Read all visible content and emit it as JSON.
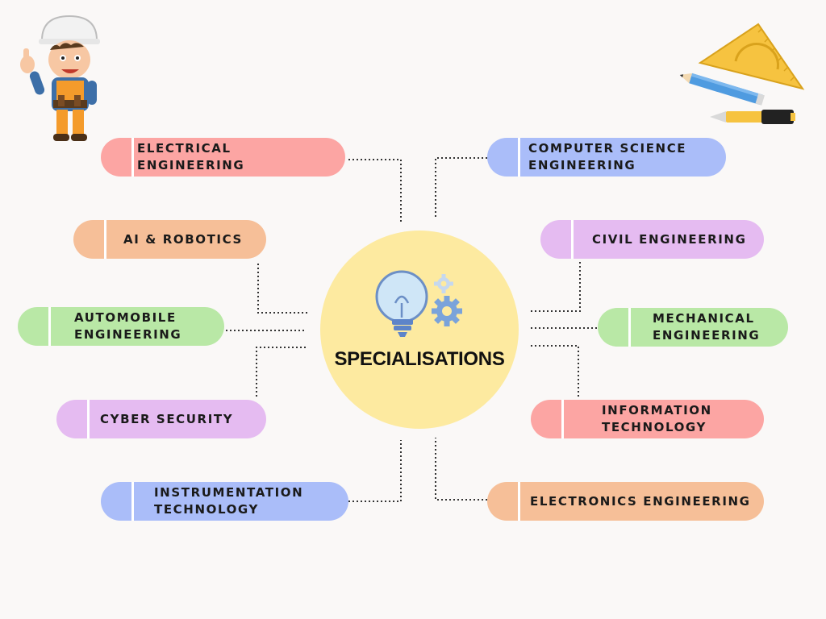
{
  "hub": {
    "title": "SPECIALISATIONS",
    "color": "#fdeaa0"
  },
  "icons": {
    "hub_icon": "lightbulb-gear-icon",
    "worker": "construction-worker-icon",
    "tools": "ruler-pencil-icon"
  },
  "left": [
    {
      "label": "ELECTRICAL ENGINEERING",
      "color": "#fca5a3"
    },
    {
      "label": "AI & ROBOTICS",
      "color": "#f6bf98"
    },
    {
      "label": "AUTOMOBILE ENGINEERING",
      "color": "#b9e8a6"
    },
    {
      "label": "CYBER SECURITY",
      "color": "#e5bbf1"
    },
    {
      "label": "INSTRUMENTATION TECHNOLOGY",
      "color": "#aabdf9"
    }
  ],
  "right": [
    {
      "label": "COMPUTER SCIENCE ENGINEERING",
      "color": "#aabdf9"
    },
    {
      "label": "CIVIL ENGINEERING",
      "color": "#e5bbf1"
    },
    {
      "label": "MECHANICAL ENGINEERING",
      "color": "#b9e8a6"
    },
    {
      "label": "INFORMATION TECHNOLOGY",
      "color": "#fca5a3"
    },
    {
      "label": "ELECTRONICS ENGINEERING",
      "color": "#f6bf98"
    }
  ]
}
